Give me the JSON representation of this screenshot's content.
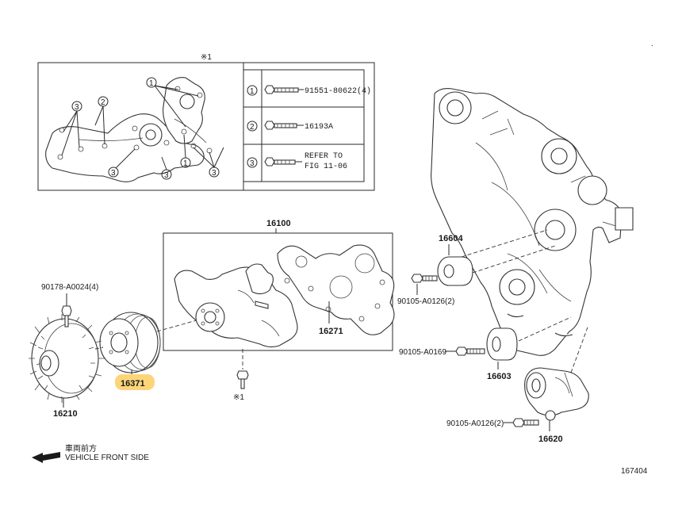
{
  "inset": {
    "marker": "※1",
    "callouts": [
      "1",
      "2",
      "3"
    ],
    "legend": [
      {
        "num": "1",
        "text": "91551-80622(4)"
      },
      {
        "num": "2",
        "text": "16193A"
      },
      {
        "num": "3",
        "text_line1": "REFER TO",
        "text_line2": "FIG 11-06"
      }
    ]
  },
  "parts": {
    "kit": "16100",
    "gasket": "16271",
    "pulley": "16371",
    "fan_clutch": "16210",
    "bolt_fan": "90178-A0024(4)",
    "idler_upper": "16604",
    "bolt_upper": "90105-A0126(2)",
    "bolt_mid": "90105-A0169",
    "idler_lower": "16603",
    "tensioner": "16620",
    "bolt_lower": "90105-A0126(2)",
    "bolt_note": "※1"
  },
  "colors": {
    "highlight": "#fcd57a"
  },
  "front": {
    "jp": "車両前方",
    "en": "VEHICLE FRONT SIDE"
  },
  "figure_number": "167404"
}
